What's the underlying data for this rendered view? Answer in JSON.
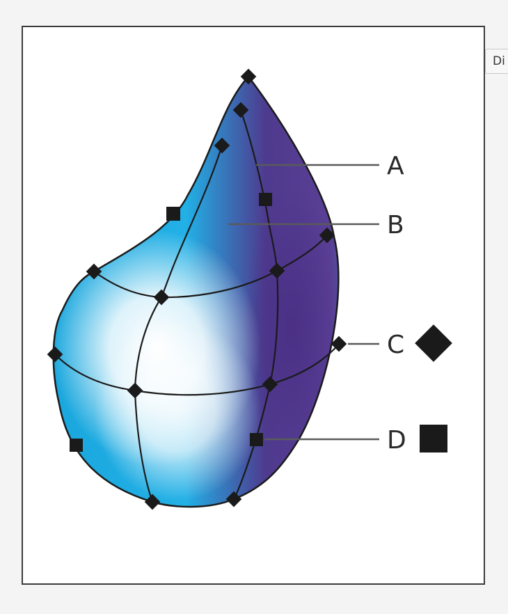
{
  "callouts": [
    {
      "letter": "A",
      "has_legend_symbol": false
    },
    {
      "letter": "B",
      "has_legend_symbol": false
    },
    {
      "letter": "C",
      "has_legend_symbol": true,
      "symbol": "anchor-point-diamond-icon"
    },
    {
      "letter": "D",
      "has_legend_symbol": true,
      "symbol": "control-point-square-icon"
    }
  ],
  "tooltip": {
    "text": "Di"
  },
  "colors": {
    "mesh_blue": "#19a6dc",
    "mesh_purple": "#4e3a8e",
    "mesh_highlight": "#ffffff",
    "point_fill": "#1a1a1a",
    "leader_line": "#5a5a5a",
    "frame_border": "#3b3b3b"
  }
}
